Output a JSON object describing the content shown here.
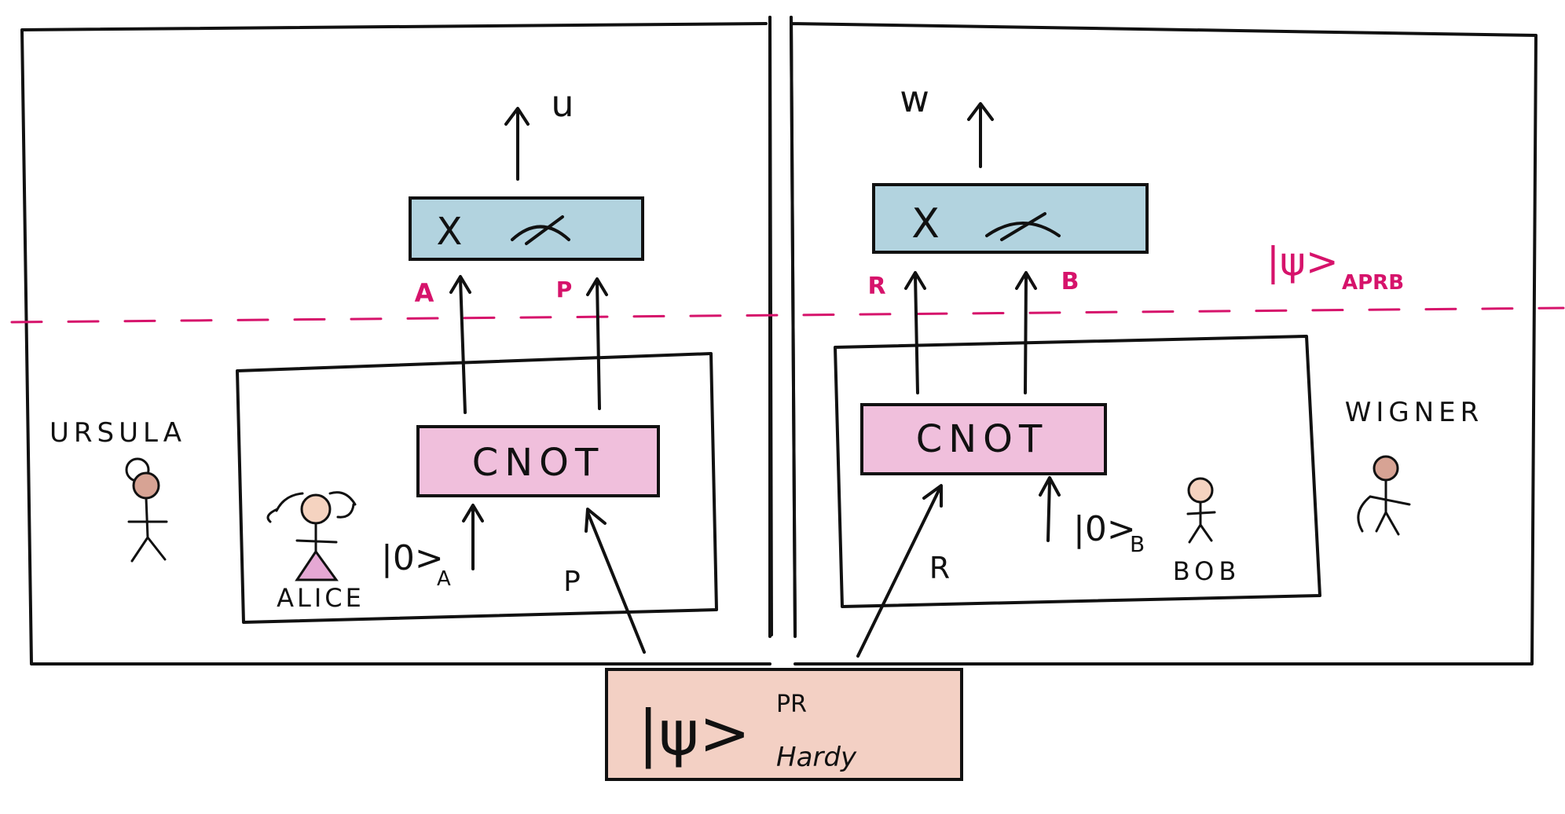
{
  "colors": {
    "ink": "#111111",
    "measurement_box": "#b2d3df",
    "cnot_box": "#f0bfdc",
    "state_box": "#f3d0c4",
    "magenta_label": "#d6136b",
    "face": "#f5d3c0",
    "head_shade": "#d7a394",
    "dress": "#e5a8d4"
  },
  "labels": {
    "u": "u",
    "w": "w",
    "psi_aprb_ket": "|ψ>",
    "psi_aprb_sub": "APRB",
    "ursula": "URSULA",
    "wigner": "WIGNER",
    "alice": "ALICE",
    "bob": "BOB",
    "cnot_left": "CNOT",
    "cnot_right": "CNOT",
    "ket_a": "|0>",
    "ket_a_sub": "A",
    "ket_b": "|0>",
    "ket_b_sub": "B",
    "p_input": "P",
    "r_input": "R",
    "mag_a": "A",
    "mag_p": "P",
    "mag_r": "R",
    "mag_b": "B",
    "meas_x_left": "X",
    "meas_x_right": "X",
    "hardy_ket": "|ψ>",
    "hardy_sup": "PR",
    "hardy_sub": "Hardy"
  }
}
